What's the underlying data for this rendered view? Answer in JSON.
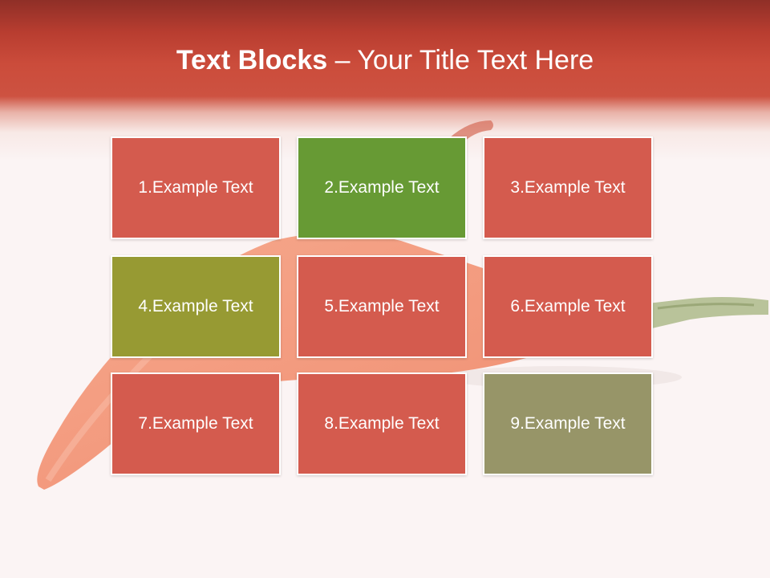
{
  "title": {
    "bold": "Text Blocks",
    "dash": "–",
    "rest": "Your Title Text Here"
  },
  "blocks": [
    {
      "label": "1.Example Text",
      "color": "#d45b4e"
    },
    {
      "label": "2.Example Text",
      "color": "#679a34"
    },
    {
      "label": "3.Example Text",
      "color": "#d45b4e"
    },
    {
      "label": "4.Example Text",
      "color": "#979a33"
    },
    {
      "label": "5.Example Text",
      "color": "#d45b4e"
    },
    {
      "label": "6.Example Text",
      "color": "#d45b4e"
    },
    {
      "label": "7.Example Text",
      "color": "#d45b4e"
    },
    {
      "label": "8.Example Text",
      "color": "#d45b4e"
    },
    {
      "label": "9.Example Text",
      "color": "#979568"
    }
  ],
  "colors": {
    "header": "#cb4c3b",
    "background": "#fbf4f4",
    "block_border": "#ffffff"
  }
}
